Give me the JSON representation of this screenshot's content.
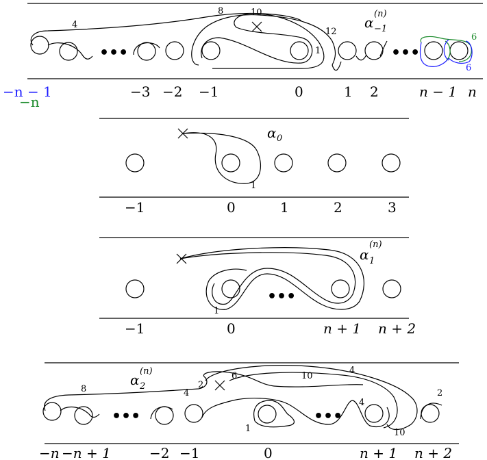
{
  "panels": {
    "p1": {
      "label_greek": "α",
      "label_sup": "(n)",
      "label_sub": "−1",
      "ticks": [
        "−3",
        "−2",
        "−1",
        "0",
        "1",
        "2",
        "n − 1",
        "n"
      ],
      "tick_left_blue": "−n − 1",
      "tick_left_green": "−n",
      "weights": [
        "4",
        "8",
        "10",
        "12",
        "1"
      ],
      "weight_green": "6",
      "weight_blue": "6"
    },
    "p2": {
      "label_greek": "α",
      "label_sub": "0",
      "ticks": [
        "−1",
        "0",
        "1",
        "2",
        "3"
      ],
      "weights": [
        "1"
      ]
    },
    "p3": {
      "label_greek": "α",
      "label_sup": "(n)",
      "label_sub": "1",
      "ticks": [
        "−1",
        "0",
        "n + 1",
        "n + 2"
      ],
      "weights": [
        "1"
      ]
    },
    "p4": {
      "label_greek": "α",
      "label_sup": "(n)",
      "label_sub": "2",
      "ticks": [
        "−n",
        "−n + 1",
        "−2",
        "−1",
        "0",
        "n + 1",
        "n + 2"
      ],
      "weights": [
        "8",
        "2",
        "6",
        "10",
        "4",
        "4",
        "2",
        "4",
        "1",
        "10"
      ]
    }
  },
  "colors": {
    "blue": "#1a1aff",
    "green": "#1a8a2a"
  }
}
